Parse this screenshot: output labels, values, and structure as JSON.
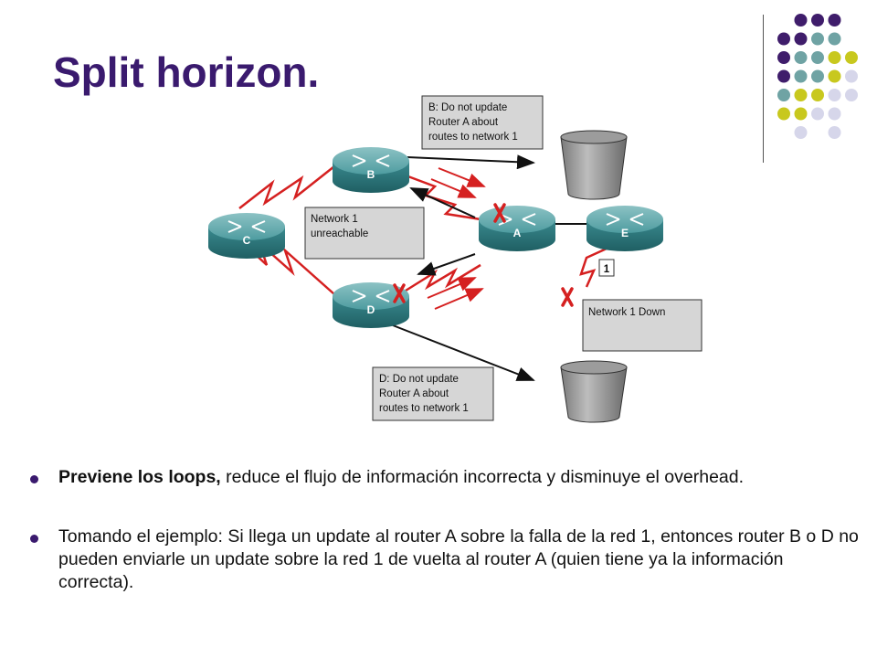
{
  "slide": {
    "title": "Split horizon."
  },
  "colors": {
    "title": "#3a1a6e",
    "dot_purple": "#3f1d6b",
    "dot_teal": "#6fa3a4",
    "dot_yellow": "#c8c81e",
    "dot_lavender": "#d6d6ea",
    "link_red": "#d52020",
    "arrow": "#111111",
    "router": "#3d8c91"
  },
  "diagram": {
    "routers": {
      "a": "A",
      "b": "B",
      "c": "C",
      "d": "D",
      "e": "E"
    },
    "boxes": {
      "b_note": [
        "B: Do not update",
        "Router A about",
        "routes to network 1"
      ],
      "network_unreachable": [
        "Network 1",
        "unreachable"
      ],
      "network_down": "Network 1 Down",
      "d_note": [
        "D: Do not update",
        "Router A about",
        "routes to network 1"
      ],
      "step": "1"
    }
  },
  "bullets": [
    {
      "bold": "Previene los loops,",
      "text": " reduce el flujo de información incorrecta y disminuye el overhead."
    },
    {
      "bold": "",
      "text": "Tomando el ejemplo: Si llega un update al router A sobre la falla de la red 1, entonces router B o D no pueden enviarle un update sobre la red 1 de vuelta al router A (quien tiene ya la información correcta)."
    }
  ]
}
